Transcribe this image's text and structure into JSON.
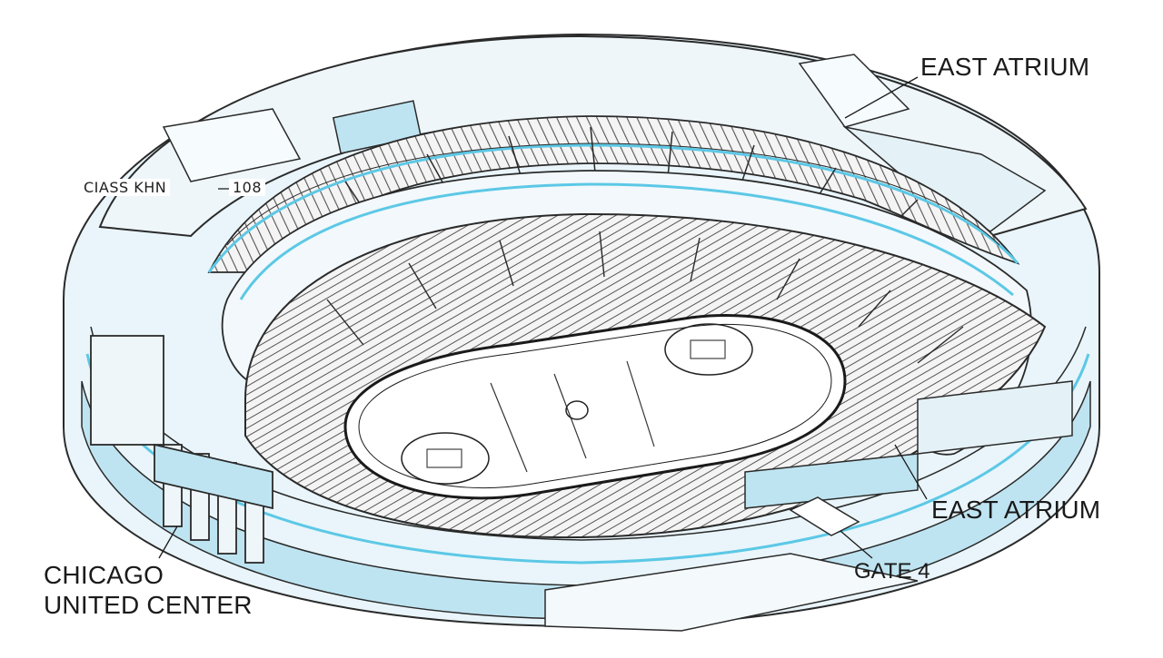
{
  "labels": {
    "east_atrium_top": "EAST ATRIUM",
    "east_atrium_bottom": "EAST ATRIUM",
    "gate": "GATE 4",
    "venue_line1": "CHICAGO",
    "venue_line2": "UNITED CENTER",
    "section_tag": "CIASS KHN",
    "section_number": "108"
  },
  "colors": {
    "ink": "#1a1a1a",
    "accent_blue": "#5cc8e6",
    "pale_blue": "#d8eef6",
    "ice": "#ffffff",
    "roof": "#eef6fa"
  }
}
